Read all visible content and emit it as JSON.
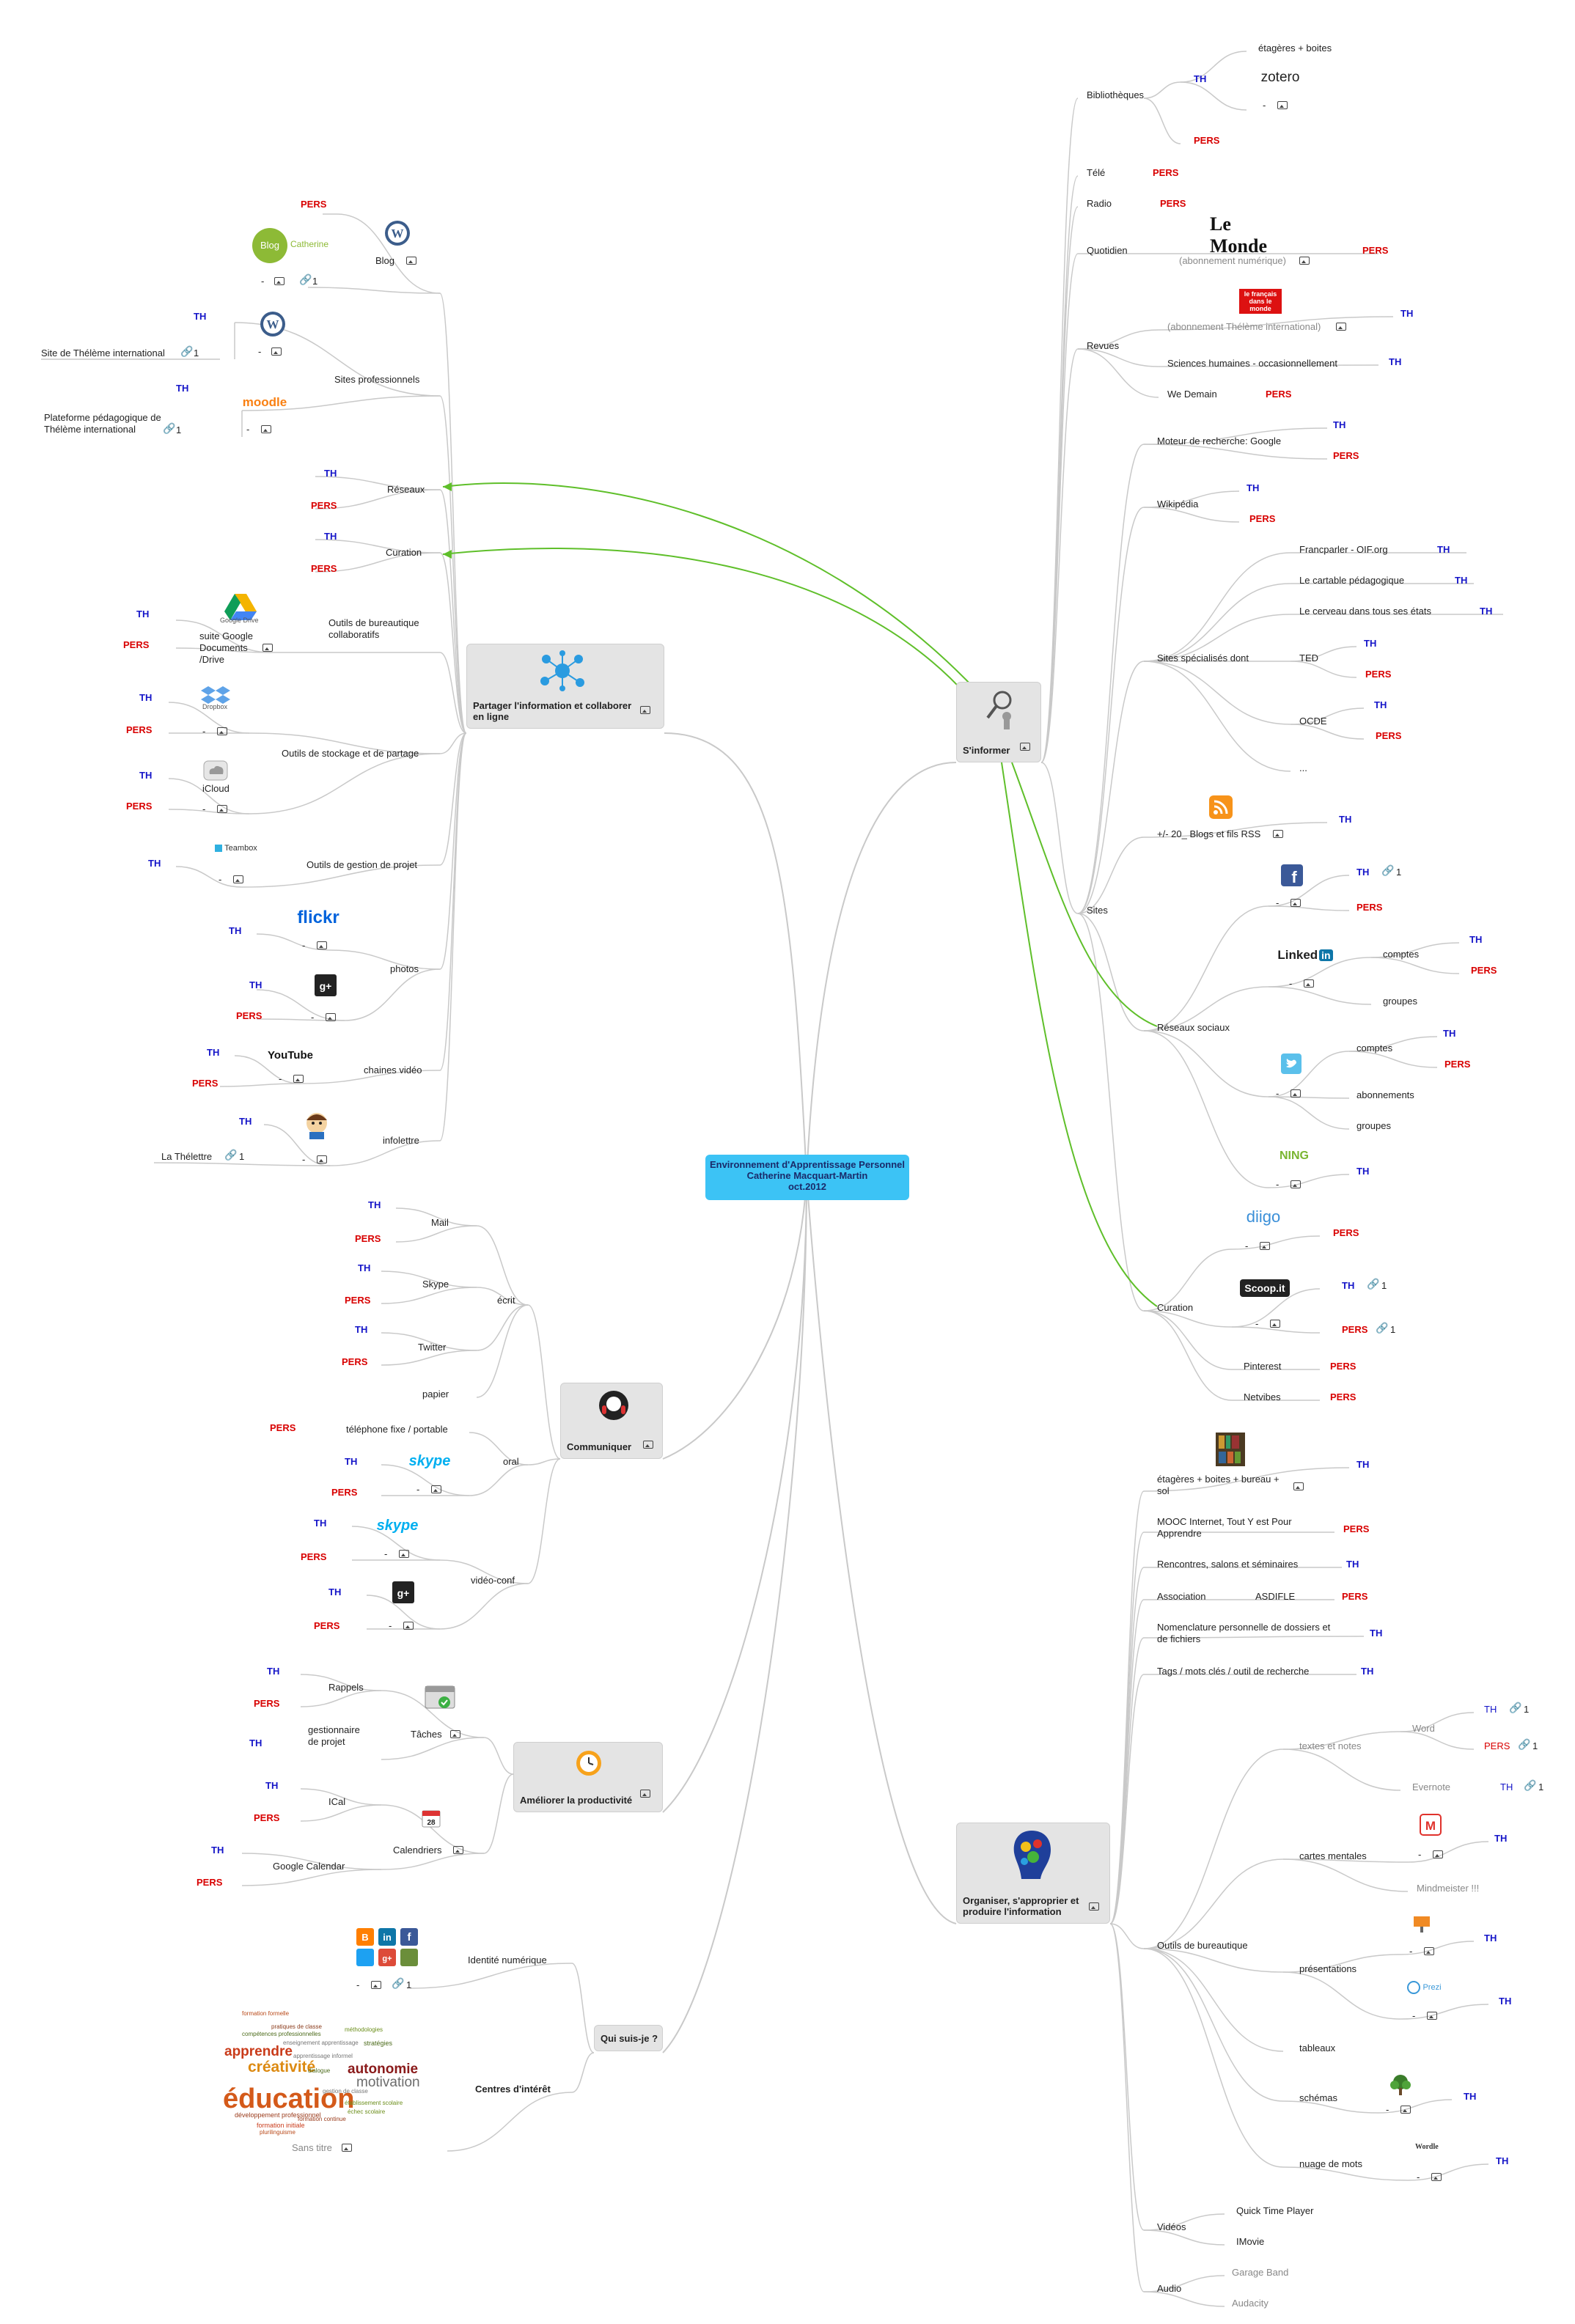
{
  "root": {
    "line1": "Environnement d'Apprentissage Personnel",
    "line2": "Catherine Macquart-Martin",
    "line3": "oct.2012"
  },
  "tags": {
    "th": "TH",
    "pers": "PERS"
  },
  "dash": "-",
  "link_count": "1",
  "ellipsis": "...",
  "colors": {
    "root_bg": "#3cc3f5",
    "node_bg": "#e4e4e4",
    "branch_line": "#c9c9c9",
    "arrow_green": "#5fbf2a",
    "th_blue": "#1515c8",
    "pers_red": "#d80000"
  },
  "icons": [
    "wordpress-icon",
    "blog-logo",
    "moodle-logo",
    "google-drive-icon",
    "dropbox-icon",
    "icloud-icon",
    "teambox-logo",
    "flickr-logo",
    "google-plus-icon",
    "youtube-logo",
    "mascot-icon",
    "skype-logo",
    "tasks-icon",
    "calendar-icon",
    "clock-icon",
    "social-buttons",
    "word-cloud",
    "zotero-logo",
    "le-monde-logo",
    "le-francais-logo",
    "rss-icon",
    "facebook-icon",
    "linkedin-logo",
    "twitter-icon",
    "ning-logo",
    "diigo-logo",
    "scoopit-logo",
    "bookshelf-icon",
    "mindmeister-icon",
    "keynote-icon",
    "prezi-logo",
    "freemind-icon",
    "wordle-icon",
    "network-icon",
    "headset-icon",
    "magnifier-icon",
    "brain-gears-icon"
  ],
  "left": {
    "partager": {
      "title": "Partager l'information et collaborer en ligne",
      "blog": "Blog",
      "blog_logo_text": "Catherine",
      "sites_pro": "Sites professionnels",
      "site_theleme": "Site de Thélème international",
      "plateforme": "Plateforme pédagogique de Thélème international",
      "reseaux": "Réseaux",
      "curation": "Curation",
      "outils_bureau": "Outils de bureautique collaboratifs",
      "gdocs": "suite Google Documents /Drive",
      "stockage": "Outils de stockage et de partage",
      "icloud": "iCloud",
      "gestion_projet": "Outils de gestion de projet",
      "teambox": "Teambox",
      "photos": "photos",
      "chaines": "chaines vidéo",
      "infolettre": "infolettre",
      "thelettre": "La Thélettre"
    },
    "communiquer": {
      "title": "Communiquer",
      "ecrit": "écrit",
      "mail": "Mail",
      "skype": "Skype",
      "twitter": "Twitter",
      "papier": "papier",
      "oral": "oral",
      "telephone": "téléphone fixe / portable",
      "visio": "vidéo-conf"
    },
    "productivite": {
      "title": "Améliorer la productivité",
      "taches": "Tâches",
      "rappels": "Rappels",
      "gestionnaire": "gestionnaire de projet",
      "calendriers": "Calendriers",
      "ical": "ICal",
      "gcal": "Google Calendar"
    },
    "quisuisje": {
      "title": "Qui suis-je ?",
      "identite": "Identité numérique",
      "centres": "Centres d'intérêt",
      "sans_titre": "Sans titre"
    }
  },
  "right": {
    "informer": {
      "title": "S'informer",
      "bibliotheques": "Bibliothèques",
      "etageres": "étagères + boites",
      "tele": "Télé",
      "radio": "Radio",
      "quotidien": "Quotidien",
      "abonnement": "(abonnement numérique)",
      "revues": "Revues",
      "abonnement_theleme": "(abonnement Thélème international)",
      "sciences": "Sciences humaines - occasionnellement",
      "we_demain": "We Demain",
      "sites": "Sites",
      "moteur": "Moteur de recherche: Google",
      "wikipedia": "Wikipédia",
      "sites_specialises": "Sites spécialisés dont",
      "francparler": "Francparler - OIF.org",
      "cartable": "Le cartable pédagogique",
      "cerveau": "Le cerveau dans tous ses états",
      "ted": "TED",
      "ocde": "OCDE",
      "blogs": "+/- 20_ Blogs et fils RSS",
      "reseaux_sociaux": "Réseaux sociaux",
      "comptes": "comptes",
      "groupes": "groupes",
      "abonnements": "abonnements",
      "curation": "Curation",
      "pinterest": "Pinterest",
      "netvibes": "Netvibes"
    },
    "organiser": {
      "title": "Organiser, s'approprier et produire l'information",
      "etageres": "étagères + boites + bureau + sol",
      "mooc": "MOOC Internet, Tout Y est Pour Apprendre",
      "rencontres": "Rencontres, salons et séminaires",
      "association": "Association",
      "asdifle": "ASDIFLE",
      "nomenclature": "Nomenclature personnelle de dossiers et de fichiers",
      "tags": "Tags / mots clés / outil de recherche",
      "outils_bureau": "Outils de bureautique",
      "textes": "textes et notes",
      "word": "Word",
      "evernote": "Evernote",
      "cartes": "cartes mentales",
      "mindmeister": "Mindmeister !!!",
      "presentations": "présentations",
      "tableaux": "tableaux",
      "schemas": "schémas",
      "nuage": "nuage de mots",
      "videos": "Vidéos",
      "quicktime": "Quick Time Player",
      "imovie": "IMovie",
      "audio": "Audio",
      "garageband": "Garage Band",
      "audacity": "Audacity"
    }
  },
  "logos": {
    "zotero": "zotero",
    "le_monde": "Le Monde",
    "le_francais": "le français dans le monde",
    "moodle": "moodle",
    "flickr": "flickr",
    "youtube": "YouTube",
    "skype": "skype",
    "linkedin": "Linked",
    "ning": "NING",
    "diigo": "diigo",
    "scoopit": "Scoop.it",
    "prezi": "Prezi",
    "dropbox": "Dropbox",
    "google_drive": "Google Drive"
  },
  "wordcloud": [
    "éducation",
    "apprendre",
    "créativité",
    "autonomie",
    "motivation",
    "formation formelle",
    "compétences professionnelles",
    "pratiques de classe",
    "méthodologies",
    "enseignement apprentissage",
    "développement professionnel",
    "formation initiale",
    "plurilinguisme",
    "stratégies",
    "dialogue",
    "formation continue",
    "établissement scolaire",
    "échec scolaire",
    "apprentissage informel",
    "gestion de classe"
  ]
}
